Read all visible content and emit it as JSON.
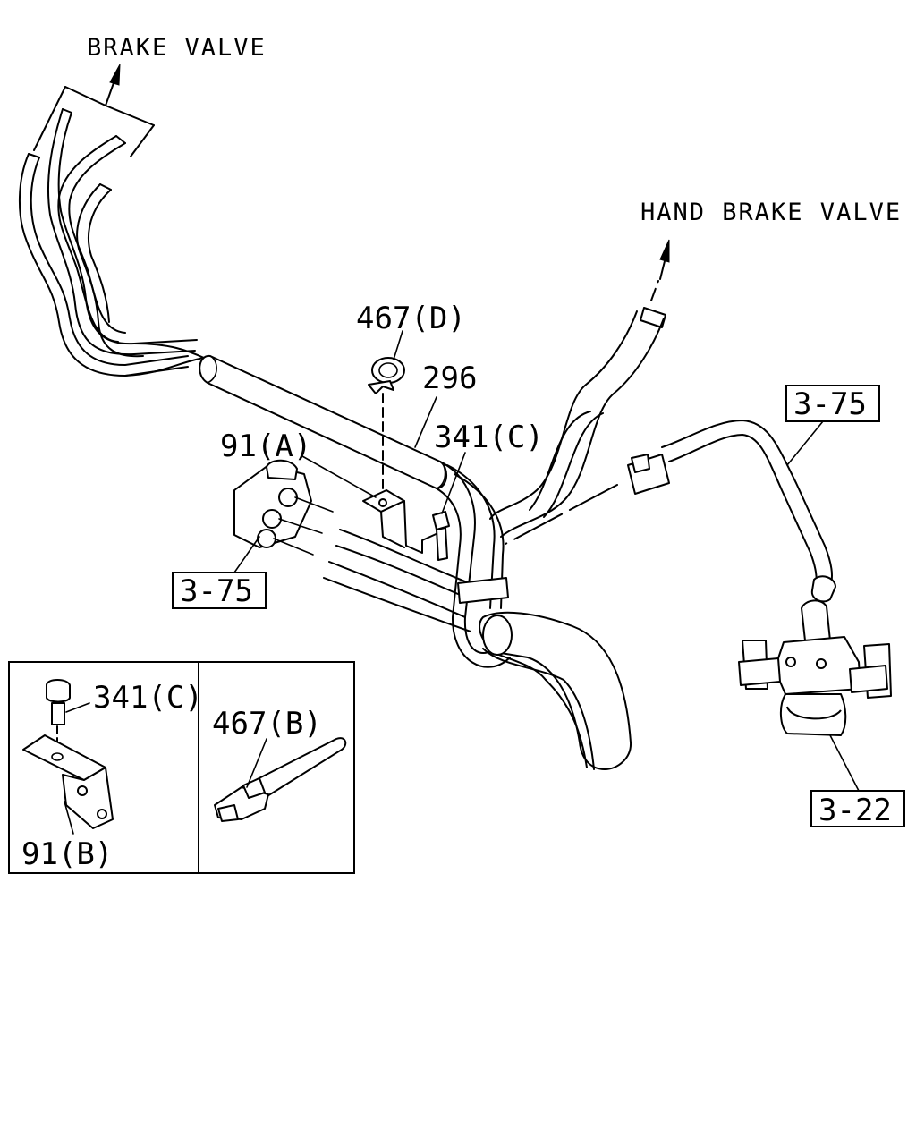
{
  "direction_labels": {
    "brake_valve": "BRAKE VALVE",
    "hand_brake_valve": "HAND BRAKE VALVE"
  },
  "callouts": {
    "clip_467d": "467(D)",
    "hose_296": "296",
    "bolt_341c": "341(C)",
    "bracket_91a": "91(A)",
    "ref_3_75_left": "3-75",
    "ref_3_75_right": "3-75",
    "ref_3_22": "3-22"
  },
  "detail_panels": {
    "left": {
      "bolt": "341(C)",
      "bracket": "91(B)"
    },
    "right": {
      "tie": "467(B)"
    }
  }
}
